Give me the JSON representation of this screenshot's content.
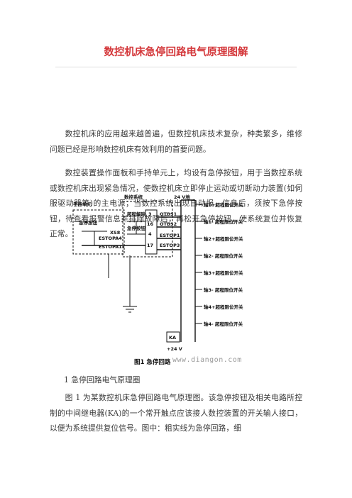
{
  "article": {
    "title": "数控机床急停回路电气原理图解",
    "paragraph1": "数控机床的应用越来越普遍，但数控机床技术复杂，种类繁多，维修问题已经是形响数控机床有效利用的首要问题。",
    "paragraph2": "数控装置操作面板和手持单元上，均设有急停按钮，用于当数控系统或数控机床出现紧急情况，使数控机床立即停止运动或切断动力装置(如伺服驱动器等)的主电源；当数控系统出现自动报，信息后，须按下急停按钮，待查看报警信息并排除故障后，再松开急停按钮，使系统复位并恢复正常。",
    "section_heading": "1  急停回路电气原理圈",
    "paragraph3": "图 1 为某数控机床急停回路电气原理图。该急停按钮及相关电路所控制的中间继电器(KA)的一个常开触点应该接人数控装置的开关输人接口，以便为系统提供复位信号。图中：粗实线为急停回路，细"
  },
  "figure": {
    "caption": "图1   急停回路",
    "watermark": "www.diangon.com",
    "labels": {
      "handheld_unit": "手持单元",
      "handheld_estop": "急停按钮",
      "nc_system": "数控系统",
      "release_button": "超程解除",
      "panel_estop": "急停按钮",
      "xs8": "XS8",
      "estop_a4": "ESTOPA4",
      "estop_a17": "ESTOPA17",
      "terminals": [
        "3",
        "16",
        "4",
        "17"
      ],
      "otbs1": "OTBS1",
      "otbs2": "OTBS2",
      "estop1": "ESTOP1",
      "estop3": "ESTOP3",
      "v24_top": "24 V地",
      "v24_bottom": "+24 V",
      "relay": "KA",
      "limit_switches": [
        "轴1+超程限位开关",
        "轴1- 超程限位开关",
        "轴2+超程限位开关",
        "轴2- 超程限位开关",
        "轴3+超程限位开关",
        "轴3- 超程限位开关",
        "轴4+超程限位开关",
        "轴4- 超程限位开关"
      ]
    }
  }
}
